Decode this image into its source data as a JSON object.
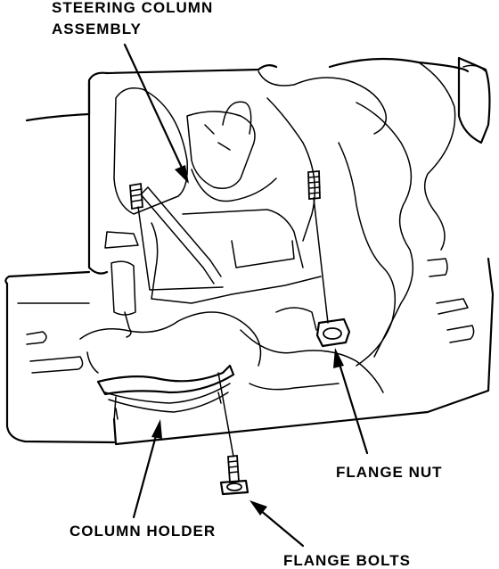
{
  "labels": {
    "steering_line1": "STEERING COLUMN",
    "steering_line2": "ASSEMBLY",
    "flange_nut": "FLANGE NUT",
    "column_holder": "COLUMN HOLDER",
    "flange_bolts": "FLANGE BOLTS"
  }
}
